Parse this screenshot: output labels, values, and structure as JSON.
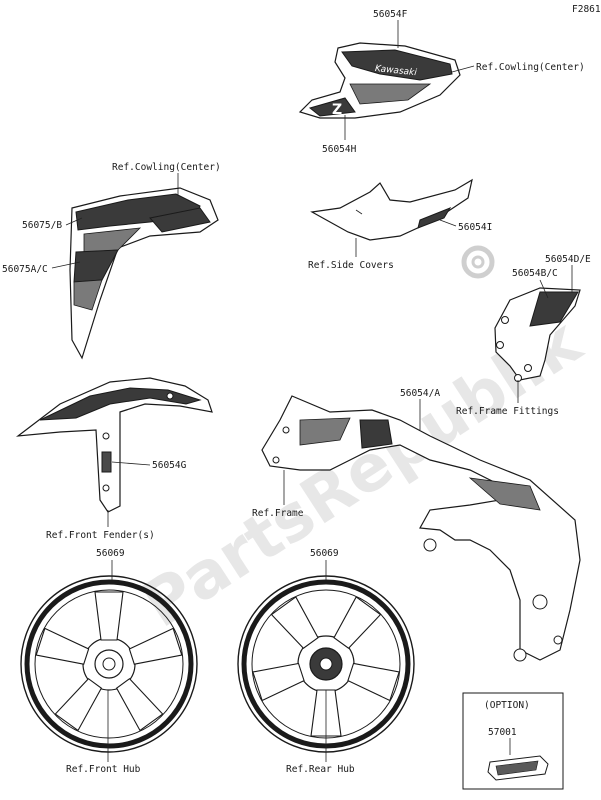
{
  "figure_id": "F2861",
  "watermark": "PartsRepublik",
  "colors": {
    "ink": "#1a1a1a",
    "fill_dark": "#3a3a3a",
    "fill_mid": "#7a7a7a",
    "watermark": "#d4d4d4"
  },
  "part_numbers": {
    "p56054F": "56054F",
    "p56054H": "56054H",
    "p56075B": "56075/B",
    "p56075AC": "56075A/C",
    "p56054I": "56054I",
    "p56054DE": "56054D/E",
    "p56054BC": "56054B/C",
    "p56054A": "56054/A",
    "p56054G": "56054G",
    "p56069_front": "56069",
    "p56069_rear": "56069",
    "p57001": "57001"
  },
  "references": {
    "cowling_center_top": "Ref.Cowling(Center)",
    "cowling_center_left": "Ref.Cowling(Center)",
    "side_covers": "Ref.Side Covers",
    "frame_fittings": "Ref.Frame Fittings",
    "frame": "Ref.Frame",
    "front_fender": "Ref.Front Fender(s)",
    "front_hub": "Ref.Front Hub",
    "rear_hub": "Ref.Rear Hub"
  },
  "option_box": {
    "label": "(OPTION)"
  },
  "decal_text": {
    "kawasaki": "Kawasaki",
    "z_logo": "Z"
  }
}
